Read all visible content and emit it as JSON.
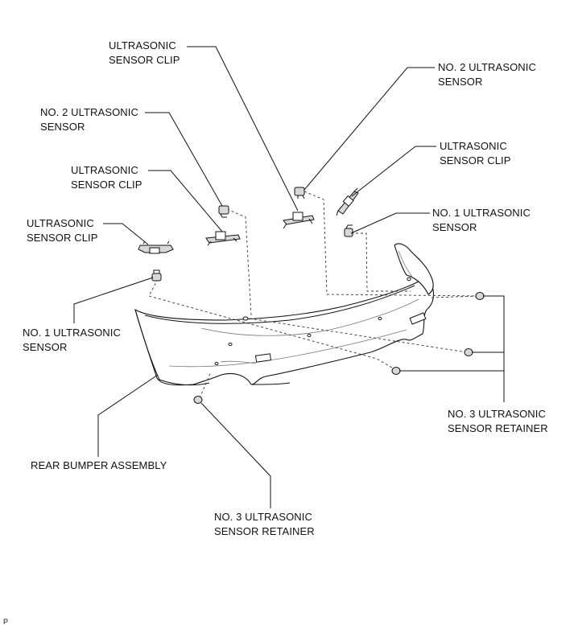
{
  "labels": {
    "clip_top": "ULTRASONIC\nSENSOR CLIP",
    "no2_top_right": "NO. 2 ULTRASONIC\nSENSOR",
    "no2_left": "NO. 2 ULTRASONIC\nSENSOR",
    "clip_right": "ULTRASONIC\nSENSOR CLIP",
    "clip_mid_left": "ULTRASONIC\nSENSOR CLIP",
    "no1_right": "NO. 1 ULTRASONIC\nSENSOR",
    "clip_far_left": "ULTRASONIC\nSENSOR CLIP",
    "no1_left": "NO. 1 ULTRASONIC\nSENSOR",
    "no3_right": "NO. 3 ULTRASONIC\nSENSOR RETAINER",
    "rear_bumper": "REAR BUMPER ASSEMBLY",
    "no3_bottom": "NO. 3 ULTRASONIC\nSENSOR RETAINER"
  },
  "figure_code": "P"
}
